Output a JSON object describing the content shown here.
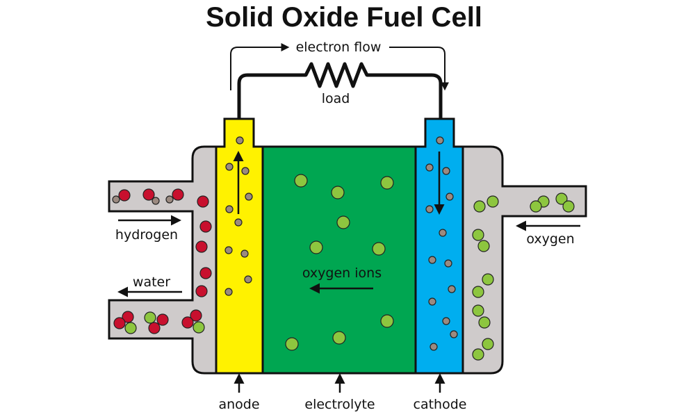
{
  "title": "Solid Oxide Fuel Cell",
  "labels": {
    "electron_flow": "electron flow",
    "load": "load",
    "hydrogen": "hydrogen",
    "water": "water",
    "oxygen": "oxygen",
    "oxygen_ions": "oxygen ions",
    "anode": "anode",
    "electrolyte": "electrolyte",
    "cathode": "cathode"
  },
  "colors": {
    "anode": "#fff200",
    "electrolyte": "#00a651",
    "cathode": "#00aeef",
    "housing": "#cfcbcb",
    "hydrogen_atom": "#c8102e",
    "oxygen_atom": "#8dc63f",
    "electron": "#9b8a80"
  }
}
